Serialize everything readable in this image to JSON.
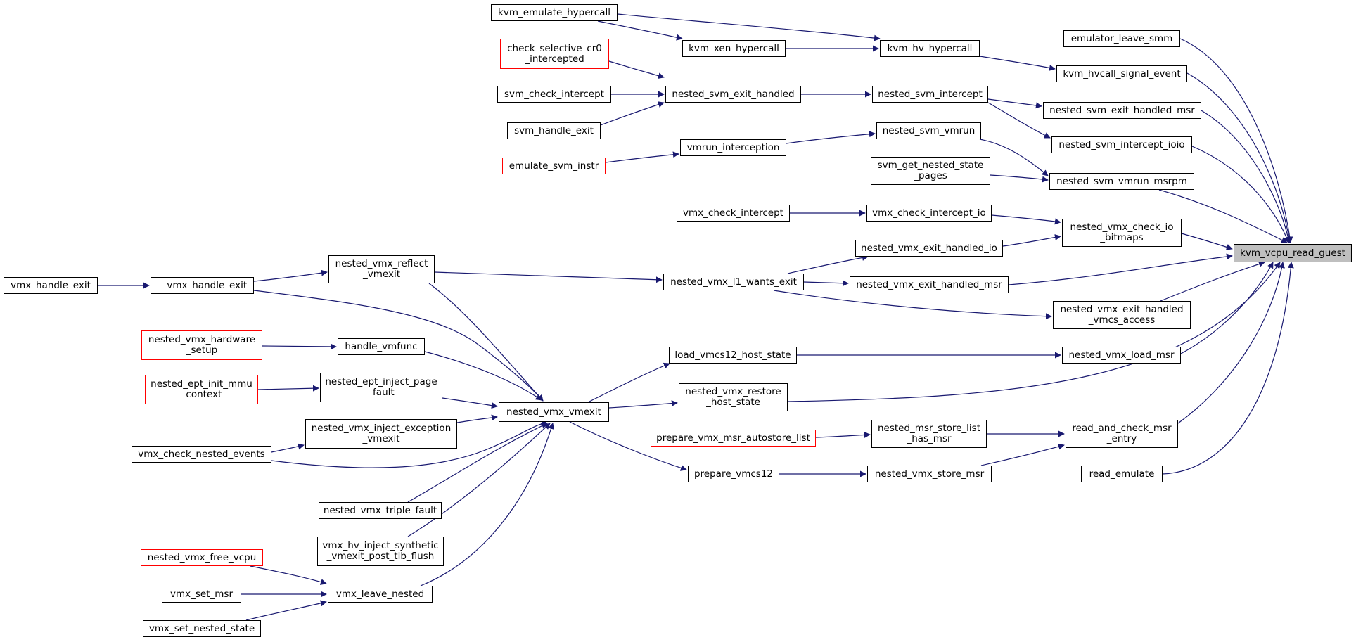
{
  "colors": {
    "edge": "#191970",
    "node_border": "#000000",
    "highlight_border": "#ff0000",
    "root_fill": "#bfbfbf"
  },
  "nodes": {
    "kvm_vcpu_read_guest": "kvm_vcpu_read_guest",
    "kvm_emulate_hypercall": "kvm_emulate_hypercall",
    "kvm_xen_hypercall": "kvm_xen_hypercall",
    "kvm_hv_hypercall": "kvm_hv_hypercall",
    "emulator_leave_smm": "emulator_leave_smm",
    "kvm_hvcall_signal_event": "kvm_hvcall_signal_event",
    "check_selective_cr0": "check_selective_cr0\n_intercepted",
    "svm_check_intercept": "svm_check_intercept",
    "nested_svm_exit_handled": "nested_svm_exit_handled",
    "nested_svm_intercept": "nested_svm_intercept",
    "nested_svm_exit_handled_msr": "nested_svm_exit_handled_msr",
    "svm_handle_exit": "svm_handle_exit",
    "nested_svm_intercept_ioio": "nested_svm_intercept_ioio",
    "nested_svm_vmrun": "nested_svm_vmrun",
    "vmrun_interception": "vmrun_interception",
    "emulate_svm_instr": "emulate_svm_instr",
    "svm_get_nested_state_pages": "svm_get_nested_state\n_pages",
    "nested_svm_vmrun_msrpm": "nested_svm_vmrun_msrpm",
    "vmx_check_intercept": "vmx_check_intercept",
    "vmx_check_intercept_io": "vmx_check_intercept_io",
    "nested_vmx_check_io_bitmaps": "nested_vmx_check_io\n_bitmaps",
    "nested_vmx_exit_handled_io": "nested_vmx_exit_handled_io",
    "vmx_handle_exit": "vmx_handle_exit",
    "__vmx_handle_exit": "__vmx_handle_exit",
    "nested_vmx_reflect_vmexit": "nested_vmx_reflect\n_vmexit",
    "nested_vmx_l1_wants_exit": "nested_vmx_l1_wants_exit",
    "nested_vmx_exit_handled_msr": "nested_vmx_exit_handled_msr",
    "nested_vmx_exit_handled_vmcs_access": "nested_vmx_exit_handled\n_vmcs_access",
    "nested_vmx_hardware_setup": "nested_vmx_hardware\n_setup",
    "handle_vmfunc": "handle_vmfunc",
    "load_vmcs12_host_state": "load_vmcs12_host_state",
    "nested_vmx_load_msr": "nested_vmx_load_msr",
    "nested_ept_init_mmu_context": "nested_ept_init_mmu\n_context",
    "nested_ept_inject_page_fault": "nested_ept_inject_page\n_fault",
    "nested_vmx_vmexit": "nested_vmx_vmexit",
    "nested_vmx_restore_host_state": "nested_vmx_restore\n_host_state",
    "nested_vmx_inject_exception_vmexit": "nested_vmx_inject_exception\n_vmexit",
    "prepare_vmx_msr_autostore_list": "prepare_vmx_msr_autostore_list",
    "nested_msr_store_list_has_msr": "nested_msr_store_list\n_has_msr",
    "read_and_check_msr_entry": "read_and_check_msr\n_entry",
    "vmx_check_nested_events": "vmx_check_nested_events",
    "prepare_vmcs12": "prepare_vmcs12",
    "nested_vmx_store_msr": "nested_vmx_store_msr",
    "read_emulate": "read_emulate",
    "nested_vmx_triple_fault": "nested_vmx_triple_fault",
    "vmx_hv_inject_synthetic_vmexit_post_tlb_flush": "vmx_hv_inject_synthetic\n_vmexit_post_tlb_flush",
    "nested_vmx_free_vcpu": "nested_vmx_free_vcpu",
    "vmx_set_msr": "vmx_set_msr",
    "vmx_leave_nested": "vmx_leave_nested",
    "vmx_set_nested_state": "vmx_set_nested_state"
  }
}
